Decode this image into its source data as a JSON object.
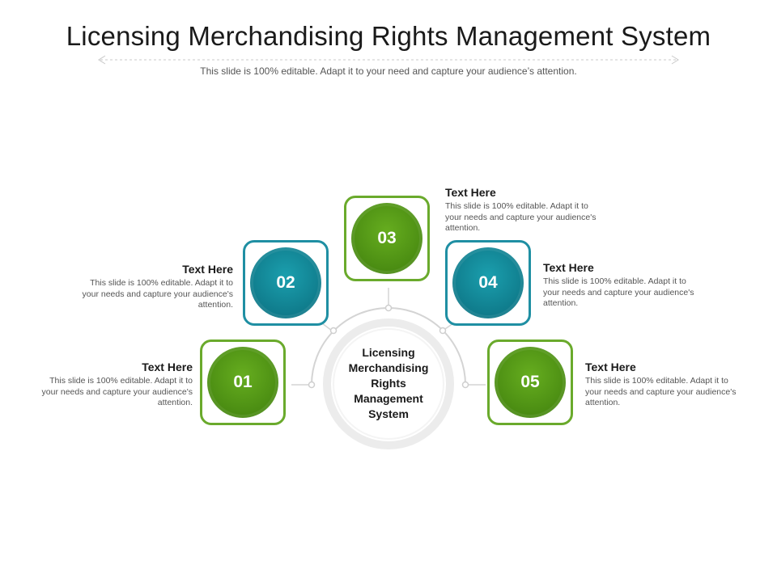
{
  "header": {
    "title": "Licensing Merchandising Rights Management System",
    "subtitle": "This slide is 100% editable. Adapt it to your need and capture your audience’s attention."
  },
  "center": {
    "lines": [
      "Licensing",
      "Merchandising",
      "Rights",
      "Management",
      "System"
    ]
  },
  "colors": {
    "green": "#5a9e1b",
    "teal": "#148a9b",
    "ring": "#e6e6e6"
  },
  "steps": [
    {
      "number": "01",
      "heading": "Text Here",
      "body": "This slide is 100% editable. Adapt it to your needs and capture your audience's attention."
    },
    {
      "number": "02",
      "heading": "Text Here",
      "body": "This slide is 100% editable. Adapt it to your needs and capture your audience's attention."
    },
    {
      "number": "03",
      "heading": "Text Here",
      "body": "This slide is 100% editable. Adapt it to your needs and capture your audience's attention."
    },
    {
      "number": "04",
      "heading": "Text Here",
      "body": "This slide is 100% editable. Adapt it to your needs and capture your audience's attention."
    },
    {
      "number": "05",
      "heading": "Text Here",
      "body": "This slide is 100% editable. Adapt it to your needs and capture your audience's attention."
    }
  ]
}
